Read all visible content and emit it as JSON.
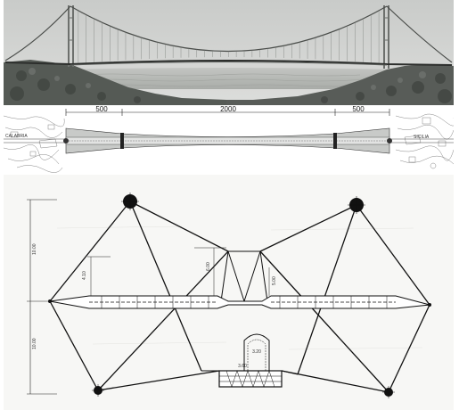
{
  "plan": {
    "span_left": "500",
    "span_main": "2000",
    "span_right": "500",
    "end_left": "CALABRIA",
    "end_right": "SICILIA"
  },
  "section": {
    "height_top": "10.00",
    "height_bottom": "10.00",
    "dim_left": "4.10",
    "dim_mid": "6.00",
    "dim_tower": "5.00",
    "rail_h": "3.20",
    "rail_w": "3.60"
  }
}
